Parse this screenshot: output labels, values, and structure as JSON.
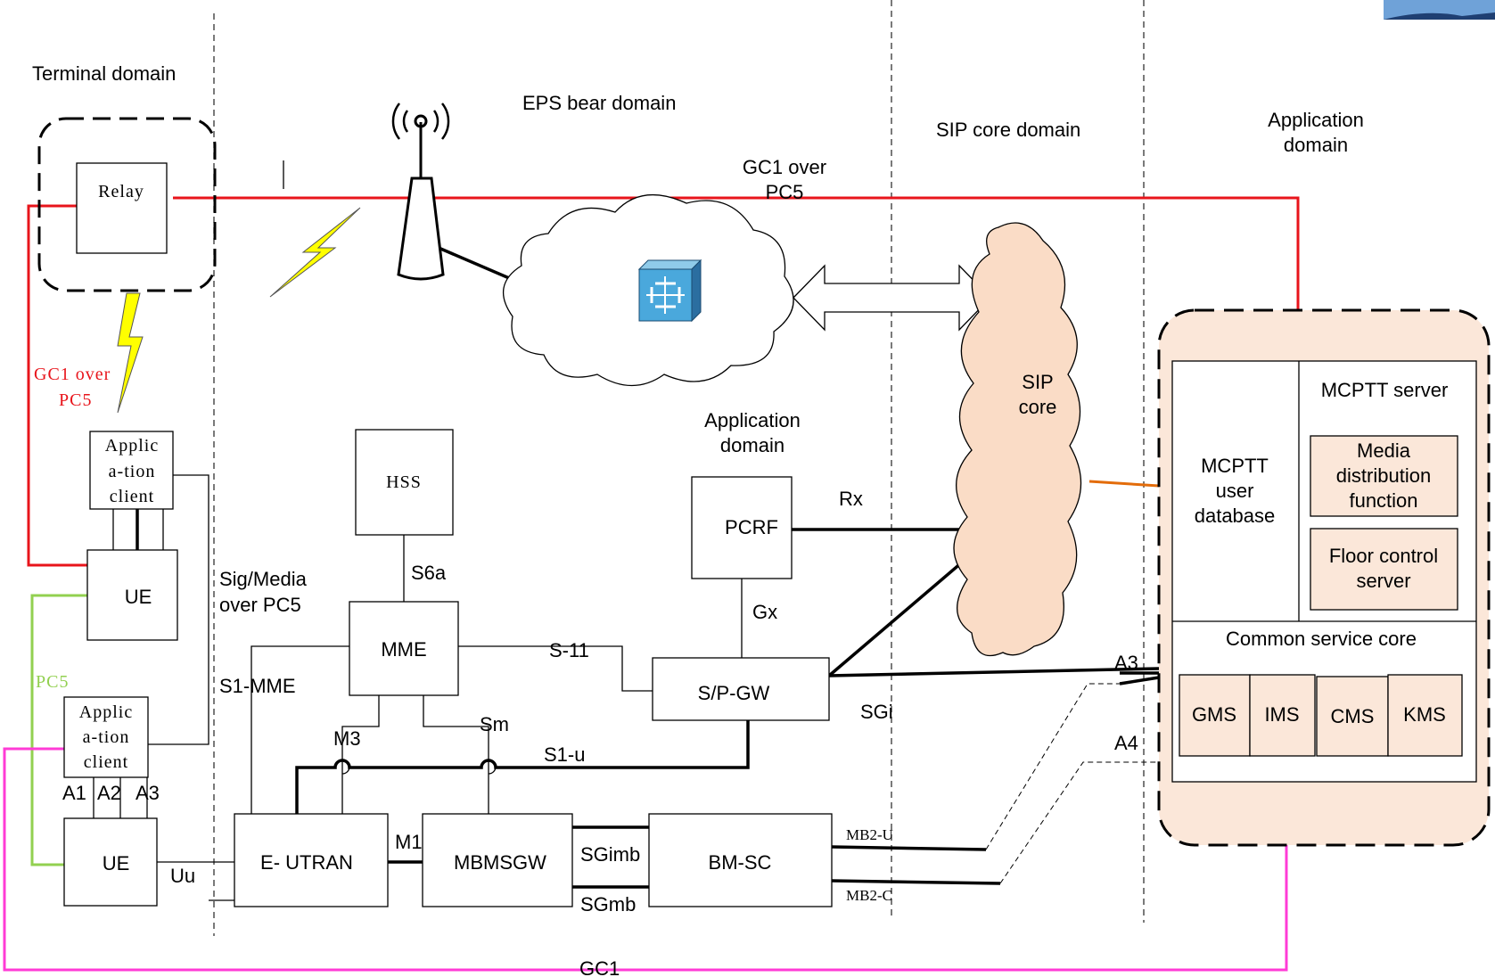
{
  "domains": {
    "terminal": "Terminal domain",
    "eps": "EPS bear domain",
    "sip": "SIP core domain",
    "app_line1": "Application",
    "app_line2": "domain"
  },
  "entities": {
    "relay": "Relay",
    "app_client_top": [
      "Applic",
      "a-tion",
      "client"
    ],
    "app_client_bottom": [
      "Applic",
      "a-tion",
      "client"
    ],
    "ue_top": "UE",
    "ue_bottom": "UE",
    "hss": "HSS",
    "mme": "MME",
    "pcrf": "PCRF",
    "spgw": "S/P-GW",
    "eutran": "E- UTRAN",
    "mbmsgw": "MBMSGW",
    "bmsc": "BM-SC",
    "sip_core": [
      "SIP",
      "core"
    ],
    "app_domain_mid": [
      "Application",
      "domain"
    ]
  },
  "mcptt": {
    "user_db": [
      "MCPTT",
      "user",
      "database"
    ],
    "server": "MCPTT server",
    "media": [
      "Media",
      "distribution",
      "function"
    ],
    "floor": [
      "Floor control",
      "server"
    ],
    "common_core": "Common service core",
    "services": [
      "GMS",
      "IMS",
      "CMS",
      "KMS"
    ]
  },
  "interfaces": {
    "gc1_over_pc5_top": [
      "GC1 over",
      "PC5"
    ],
    "gc1_over_pc5_left": [
      "GC1 over",
      "PC5"
    ],
    "sig_media": [
      "Sig/Media",
      "over PC5"
    ],
    "pc5": "PC5",
    "a1": "A1",
    "a2": "A2",
    "a3_left": "A3",
    "uu": "Uu",
    "s6a": "S6a",
    "s1mme": "S1-MME",
    "s11": "S-11",
    "m3": "M3",
    "sm": "Sm",
    "s1u": "S1-u",
    "m1": "M1",
    "sgimb": "SGimb",
    "sgmb": "SGmb",
    "mb2u": "MB2-U",
    "mb2c": "MB2-C",
    "rx": "Rx",
    "gx": "Gx",
    "sgi": "SGi",
    "a3_right": "A3",
    "a4": "A4",
    "gc1": "GC1"
  },
  "colors": {
    "red": "#e8141b",
    "green": "#92d050",
    "magenta": "#ff3bd6",
    "orange": "#e36c0a",
    "mcptt_fill": "#fbe7d9",
    "lightning_fill": "#ffff00",
    "cloud_fill": "#fadcc6"
  },
  "icons": [
    "antenna-icon",
    "lightning-icon",
    "router-icon",
    "double-arrow-icon",
    "cloud-icon"
  ]
}
